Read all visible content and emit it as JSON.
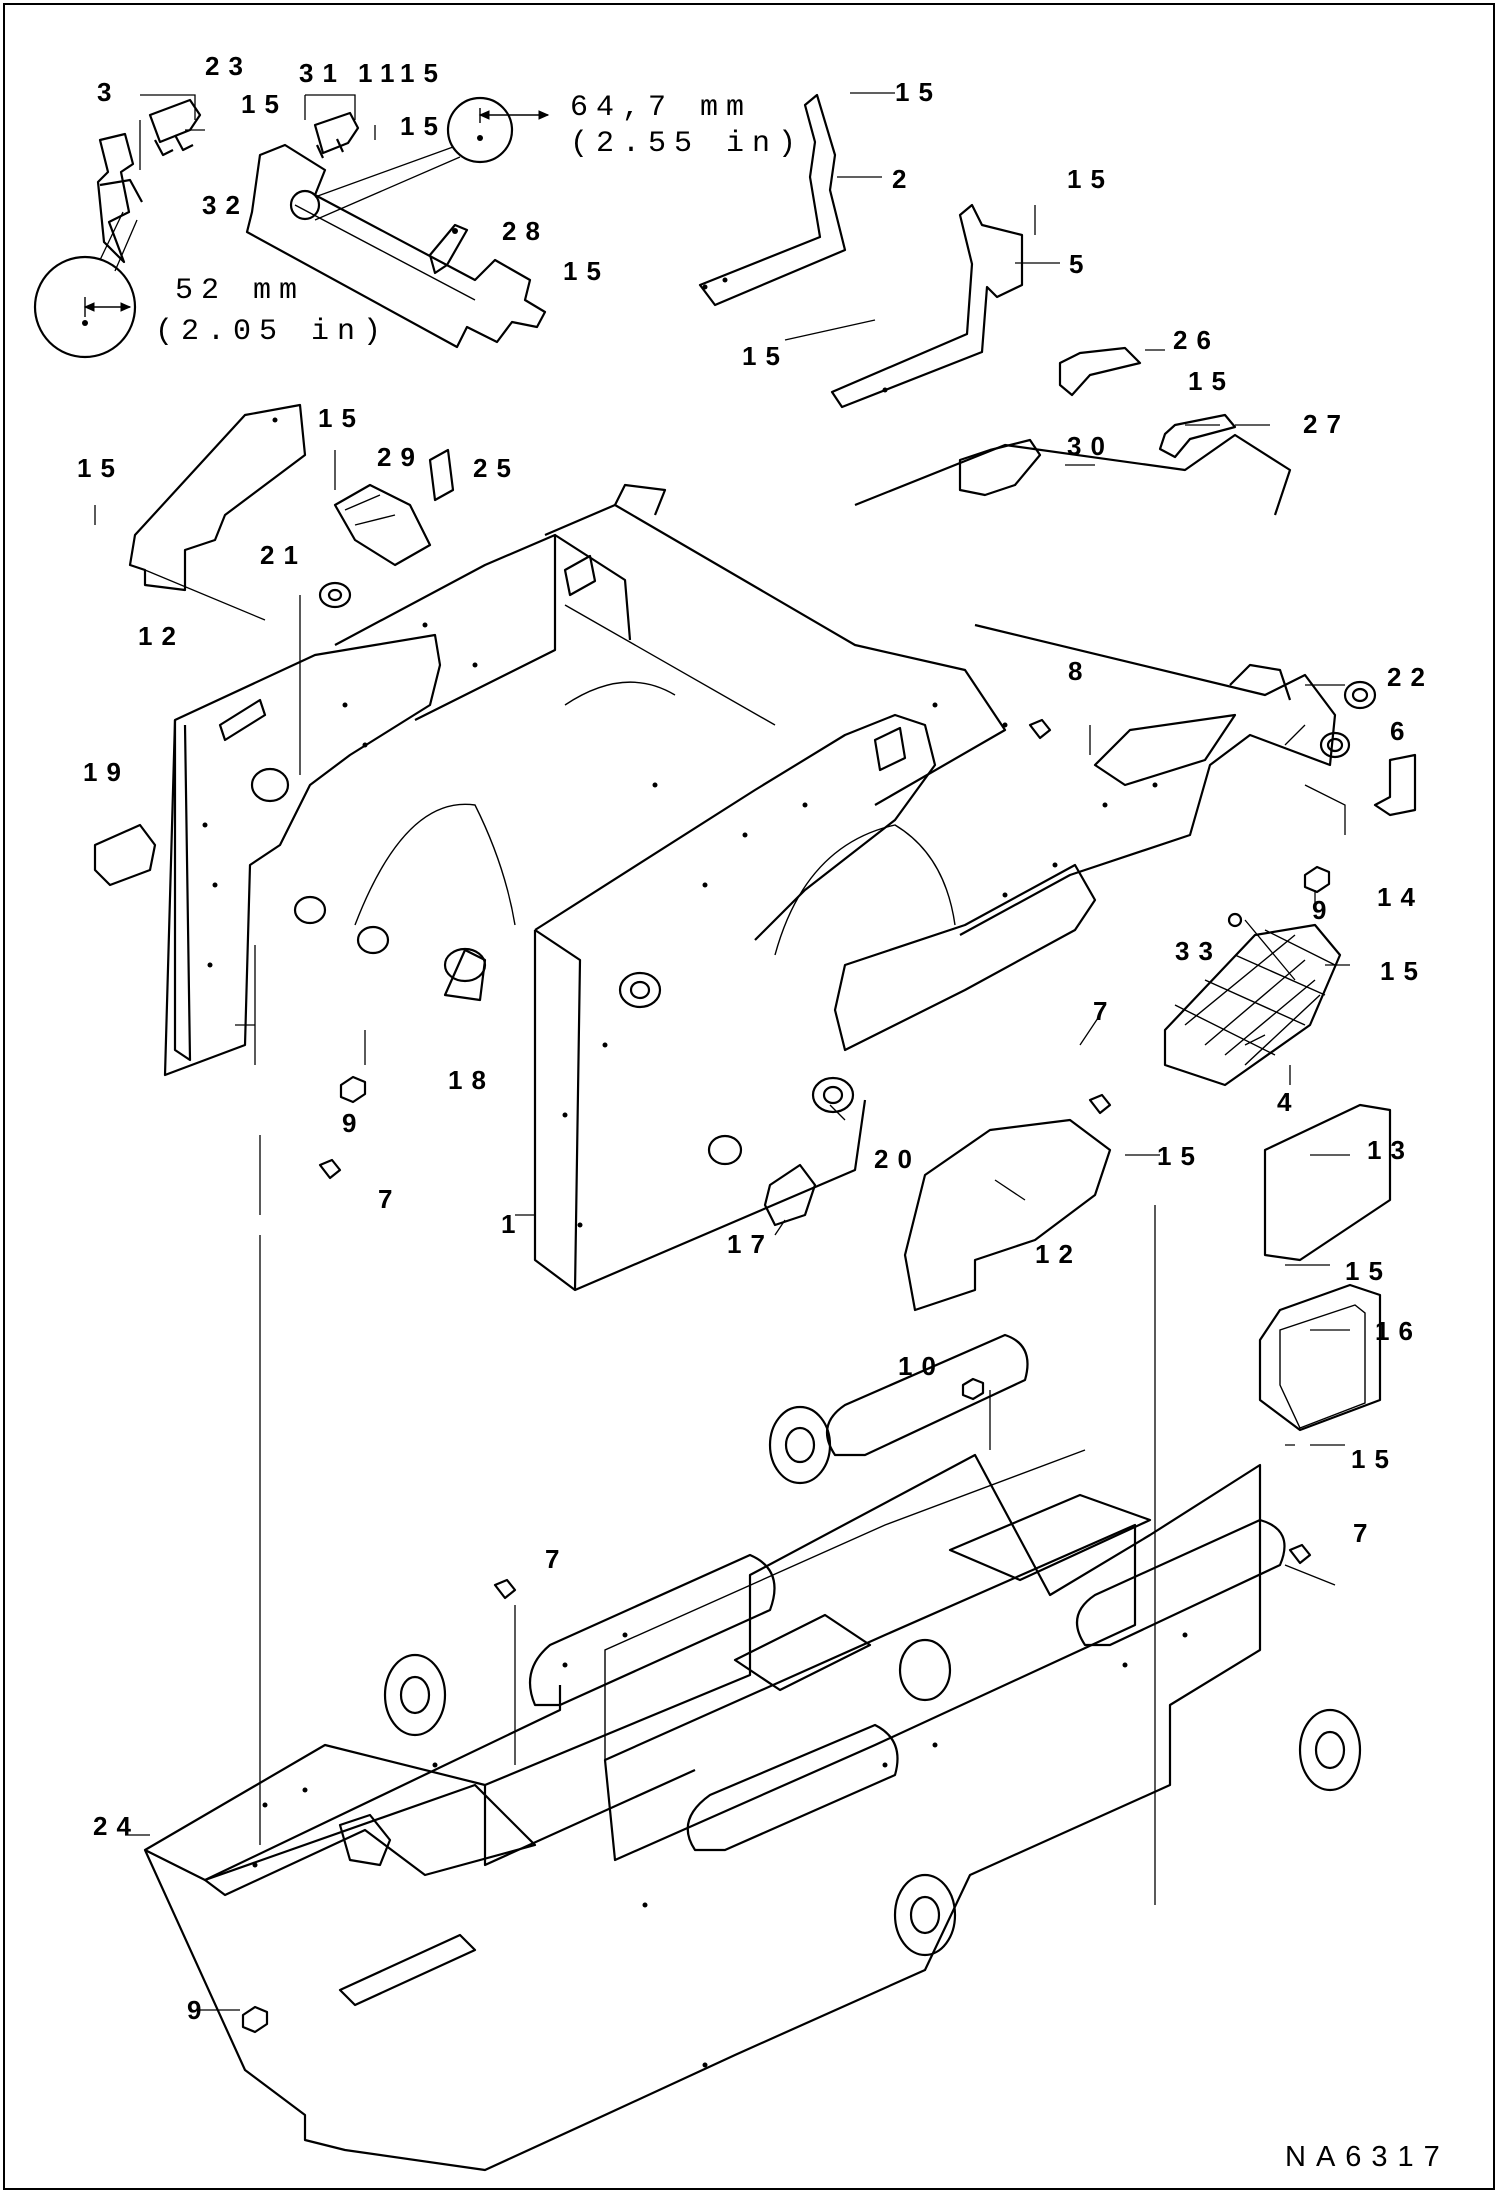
{
  "figure_code": "NA6317",
  "dimensions": {
    "large": {
      "mm": "64,7 mm",
      "in": "(2.55 in)"
    },
    "small": {
      "mm": "52 mm",
      "in": "(2.05 in)"
    }
  },
  "callouts": [
    {
      "num": "1"
    },
    {
      "num": "2"
    },
    {
      "num": "3"
    },
    {
      "num": "4"
    },
    {
      "num": "5"
    },
    {
      "num": "6"
    },
    {
      "num": "7"
    },
    {
      "num": "8"
    },
    {
      "num": "9"
    },
    {
      "num": "10"
    },
    {
      "num": "11"
    },
    {
      "num": "12"
    },
    {
      "num": "13"
    },
    {
      "num": "14"
    },
    {
      "num": "15"
    },
    {
      "num": "16"
    },
    {
      "num": "17"
    },
    {
      "num": "18"
    },
    {
      "num": "19"
    },
    {
      "num": "20"
    },
    {
      "num": "21"
    },
    {
      "num": "22"
    },
    {
      "num": "23"
    },
    {
      "num": "24"
    },
    {
      "num": "25"
    },
    {
      "num": "26"
    },
    {
      "num": "27"
    },
    {
      "num": "28"
    },
    {
      "num": "29"
    },
    {
      "num": "30"
    },
    {
      "num": "31"
    },
    {
      "num": "32"
    },
    {
      "num": "33"
    }
  ]
}
